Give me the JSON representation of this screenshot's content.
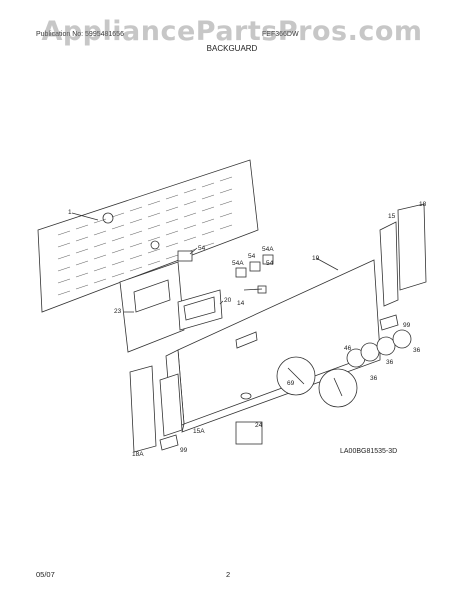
{
  "header": {
    "publication_label": "Publication No: 5995481656",
    "model_label": "FEF366DW",
    "section_title": "BACKGUARD"
  },
  "watermark": "AppliancePartsPros.com",
  "diagram": {
    "code": "LA00BG81535-3D",
    "callouts": [
      "1",
      "54",
      "54A",
      "54A",
      "54",
      "54",
      "18",
      "15",
      "19",
      "20",
      "14",
      "23",
      "99",
      "36",
      "36",
      "36",
      "46",
      "69",
      "24",
      "15A",
      "18A",
      "99"
    ]
  },
  "footer": {
    "date": "05/07",
    "page": "2"
  }
}
